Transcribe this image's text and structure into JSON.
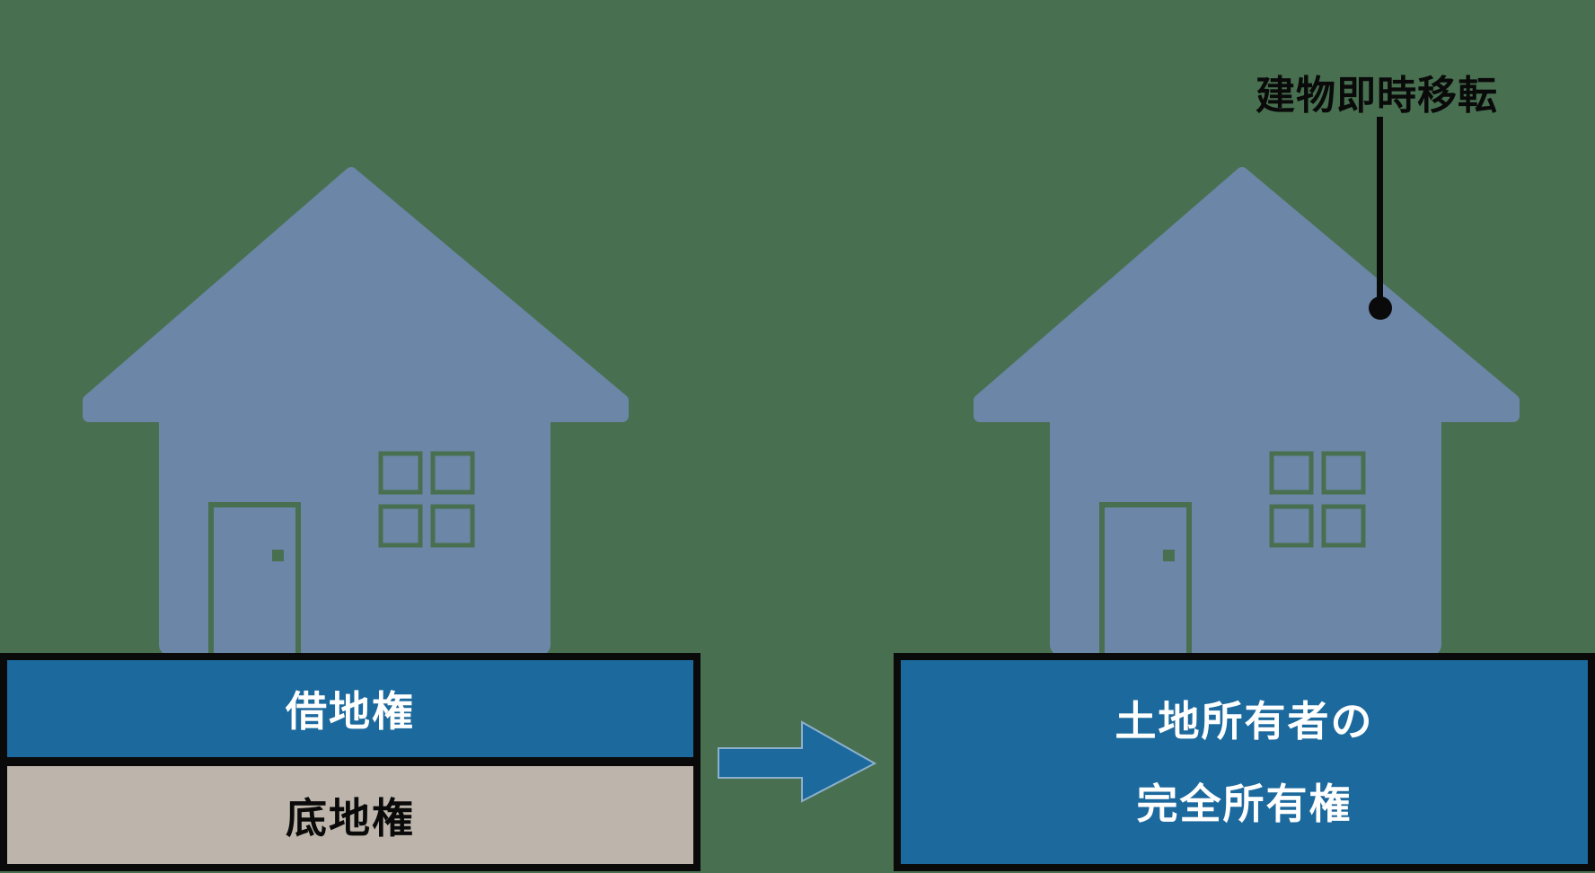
{
  "colors": {
    "background": "#487050",
    "house": "#6B86A6",
    "primary_blue": "#1C699D",
    "tan": "#BDB5AB",
    "border_black": "#0A0A0A",
    "text_white": "#FFFFFF",
    "arrow_edge": "#8CB0CC"
  },
  "before_section": {
    "bars": [
      {
        "label": "借地権"
      },
      {
        "label": "底地権"
      }
    ]
  },
  "after_section": {
    "annotation_label": "建物即時移転",
    "box_lines": [
      "土地所有者の",
      "完全所有権"
    ]
  }
}
